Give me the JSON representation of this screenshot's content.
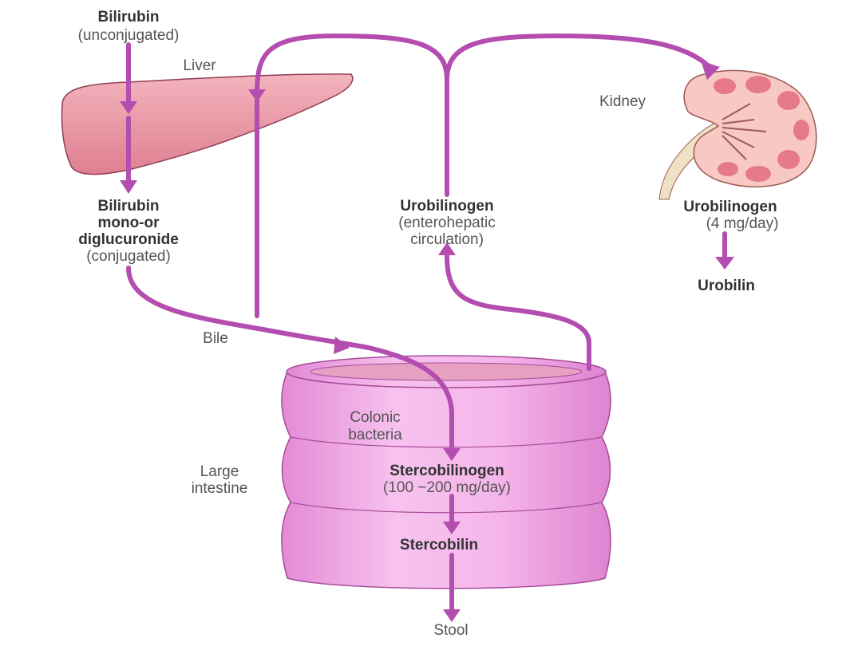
{
  "labels": {
    "bilirubin": "Bilirubin",
    "unconjugated": "(unconjugated)",
    "liver": "Liver",
    "conj_line1": "Bilirubin",
    "conj_line2": "mono-or",
    "conj_line3": "diglucuronide",
    "conjugated": "(conjugated)",
    "bile": "Bile",
    "uro_entero": "Urobilinogen",
    "entero_line1": "(enterohepatic",
    "entero_line2": "circulation)",
    "kidney": "Kidney",
    "uro_kidney": "Urobilinogen",
    "uro_rate": "(4 mg/day)",
    "urobilin": "Urobilin",
    "colonic_line1": "Colonic",
    "colonic_line2": "bacteria",
    "large_line1": "Large",
    "large_line2": "intestine",
    "stercobilinogen": "Stercobilinogen",
    "sterco_rate": "(100 −200 mg/day)",
    "stercobilin": "Stercobilin",
    "stool": "Stool"
  },
  "colors": {
    "arrow": "#b44db0",
    "intestine_fill": "#f2a9e2",
    "intestine_stroke": "#a44b97",
    "liver_fill": "#e88d9d",
    "liver_stroke": "#8e3e55",
    "kidney_fill": "#f7c9c2",
    "kidney_stroke": "#9c5a55",
    "kidney_lobe": "#e67a88",
    "ureter": "#efe1c3"
  }
}
